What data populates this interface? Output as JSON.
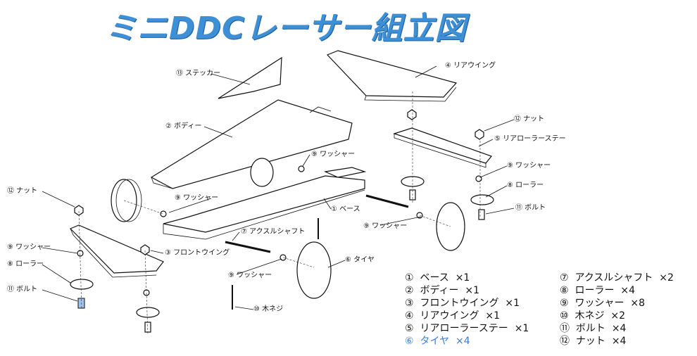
{
  "title": "ミニDDCレーサー組立図",
  "callouts": {
    "sticker": "⑬ ステッカー",
    "body": "② ボディー",
    "rear_wing": "④ リアウイング",
    "nut_rear": "⑫ ナット",
    "rear_roller_stay": "⑤ リアローラーステー",
    "washer_center": "⑨ ワッシャー",
    "washer_rear": "⑨ ワッシャー",
    "roller_rear": "⑧ ローラー",
    "bolt_rear": "⑪ ボルト",
    "nut_left": "⑫ ナット",
    "washer_left": "⑨ ワッシャー",
    "washer_left_low": "⑨ ワッシャー",
    "roller_left": "⑧ ローラー",
    "bolt_left": "⑪ ボルト",
    "base": "① ベース",
    "washer_axle": "⑨ ワッシャー",
    "axle_shaft": "⑦ アクスルシャフト",
    "front_wing": "③ フロントウイング",
    "washer_front": "⑨ ワッシャー",
    "tire": "⑥ タイヤ",
    "wood_screw": "⑩ 木ネジ"
  },
  "parts_list_left": [
    {
      "num": "①",
      "name": "ベース",
      "qty": "×1"
    },
    {
      "num": "②",
      "name": "ボディー",
      "qty": "×1"
    },
    {
      "num": "③",
      "name": "フロントウイング",
      "qty": "×1"
    },
    {
      "num": "④",
      "name": "リアウイング",
      "qty": "×1"
    },
    {
      "num": "⑤",
      "name": "リアローラーステー",
      "qty": "×1"
    },
    {
      "num": "⑥",
      "name": "タイヤ",
      "qty": "×4"
    }
  ],
  "parts_list_right": [
    {
      "num": "⑦",
      "name": "アクスルシャフト",
      "qty": "×2"
    },
    {
      "num": "⑧",
      "name": "ローラー",
      "qty": "×4"
    },
    {
      "num": "⑨",
      "name": "ワッシャー",
      "qty": "×8"
    },
    {
      "num": "⑩",
      "name": "木ネジ",
      "qty": "×2"
    },
    {
      "num": "⑪",
      "name": "ボルト",
      "qty": "×4"
    },
    {
      "num": "⑫",
      "name": "ナット",
      "qty": "×4"
    }
  ],
  "colors": {
    "title": "#3d8fd6",
    "highlight_row": "#3d7bd8",
    "bolt_left_tint": "#9fc3ea"
  }
}
